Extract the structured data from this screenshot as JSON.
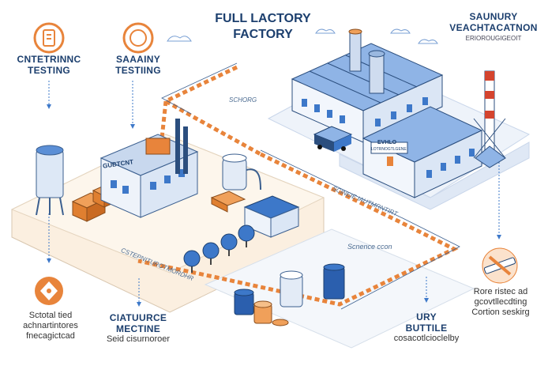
{
  "header": {
    "title_line1": "FULL LACTORY",
    "title_line2": "FACTORY"
  },
  "top_right": {
    "line1": "SAUNURY",
    "line2": "VEACHTACATNON",
    "sub": "ERIOROUGIGEOIT"
  },
  "top_left": {
    "item1": {
      "line1": "CNTETRINNC",
      "line2": "TESTING"
    },
    "item2": {
      "line1": "SAAAINY",
      "line2": "TESTIING"
    }
  },
  "bottom": {
    "left": {
      "line1": "Sctotal tied",
      "line2": "achnartintores",
      "line3": "fnecagictcad"
    },
    "mid": {
      "line1": "CIATUURCE",
      "line2": "MECTINE",
      "sub": "Seid cisurnoroer"
    },
    "right": {
      "line1": "URY",
      "line2": "BUTTILE",
      "sub": "cosacotlcioclelby"
    },
    "far_right": {
      "line1": "Rore ristec ad",
      "line2": "gcovtllecdting",
      "line3": "Cortion seskirg"
    }
  },
  "map_labels": {
    "path_top": "SCHORG",
    "plant_sign": "GUBTCNT",
    "factory_sign_1": "EVHLO",
    "factory_sign_2": "LOTRNOGTLGENE",
    "road_label": "SCINEIE IAUTMRNTIRT",
    "plan_label": "CSTEPNITUROTMORDHR",
    "science_label": "Scnence ccon"
  },
  "colors": {
    "accent_orange": "#e8843b",
    "navy": "#1c3f6e",
    "steel_blue": "#3d78c9",
    "roof_blue": "#5b8fd6",
    "wall": "#e9f0fa",
    "ground": "#fbf1e4"
  }
}
